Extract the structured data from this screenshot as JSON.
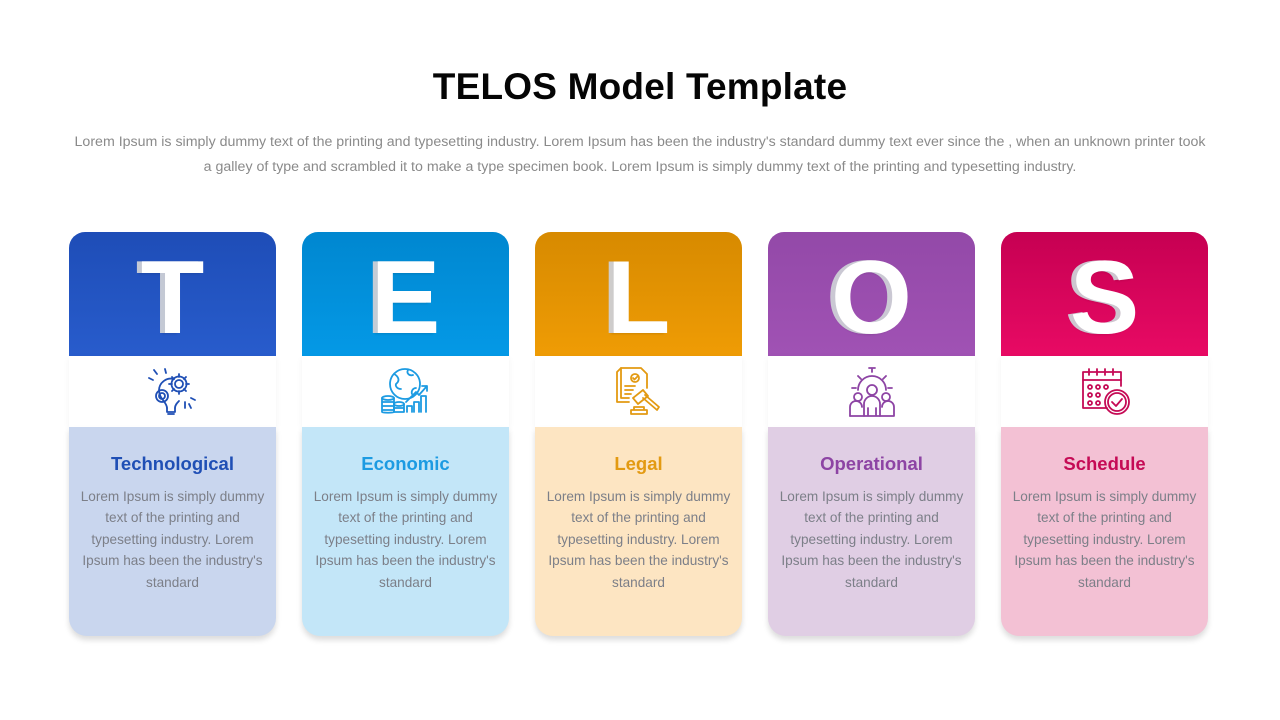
{
  "title": "TELOS Model Template",
  "subtitle": "Lorem Ipsum is simply dummy text of the printing and typesetting industry. Lorem Ipsum has been the industry's standard dummy text ever since the , when an unknown printer took a galley of type and scrambled it to make a type specimen book. Lorem Ipsum is simply dummy text of the printing and typesetting industry.",
  "columns": [
    {
      "letter": "T",
      "label": "Technological",
      "icon": "lightbulb-gears-icon",
      "description": "Lorem Ipsum is simply dummy text of the printing and typesetting industry. Lorem Ipsum has been the industry's standard",
      "colors": {
        "header_top": "#1e4db7",
        "header_bottom": "#285ccc",
        "body_bg": "#c9d6ee",
        "accent": "#1f4fb5"
      }
    },
    {
      "letter": "E",
      "label": "Economic",
      "icon": "globe-coins-growth-icon",
      "description": "Lorem Ipsum is simply dummy text of the printing and typesetting industry. Lorem Ipsum has been the industry's standard",
      "colors": {
        "header_top": "#0087d0",
        "header_bottom": "#0499e6",
        "body_bg": "#c3e6f8",
        "accent": "#1c9be2"
      }
    },
    {
      "letter": "L",
      "label": "Legal",
      "icon": "document-gavel-icon",
      "description": "Lorem Ipsum is simply dummy text of the printing and typesetting industry. Lorem Ipsum has been the industry's standard",
      "colors": {
        "header_top": "#d78a00",
        "header_bottom": "#ef9c05",
        "body_bg": "#fde5c2",
        "accent": "#e39a12"
      }
    },
    {
      "letter": "O",
      "label": "Operational",
      "icon": "team-gear-icon",
      "description": "Lorem Ipsum is simply dummy text of the printing and typesetting industry. Lorem Ipsum has been the industry's standard",
      "colors": {
        "header_top": "#9349a8",
        "header_bottom": "#a052b4",
        "body_bg": "#e0cee4",
        "accent": "#8d44a4"
      }
    },
    {
      "letter": "S",
      "label": "Schedule",
      "icon": "calendar-clock-icon",
      "description": "Lorem Ipsum is simply dummy text of the printing and typesetting industry. Lorem Ipsum has been the industry's standard",
      "colors": {
        "header_top": "#c60052",
        "header_bottom": "#e80a64",
        "body_bg": "#f3c1d4",
        "accent": "#c50a55"
      }
    }
  ]
}
